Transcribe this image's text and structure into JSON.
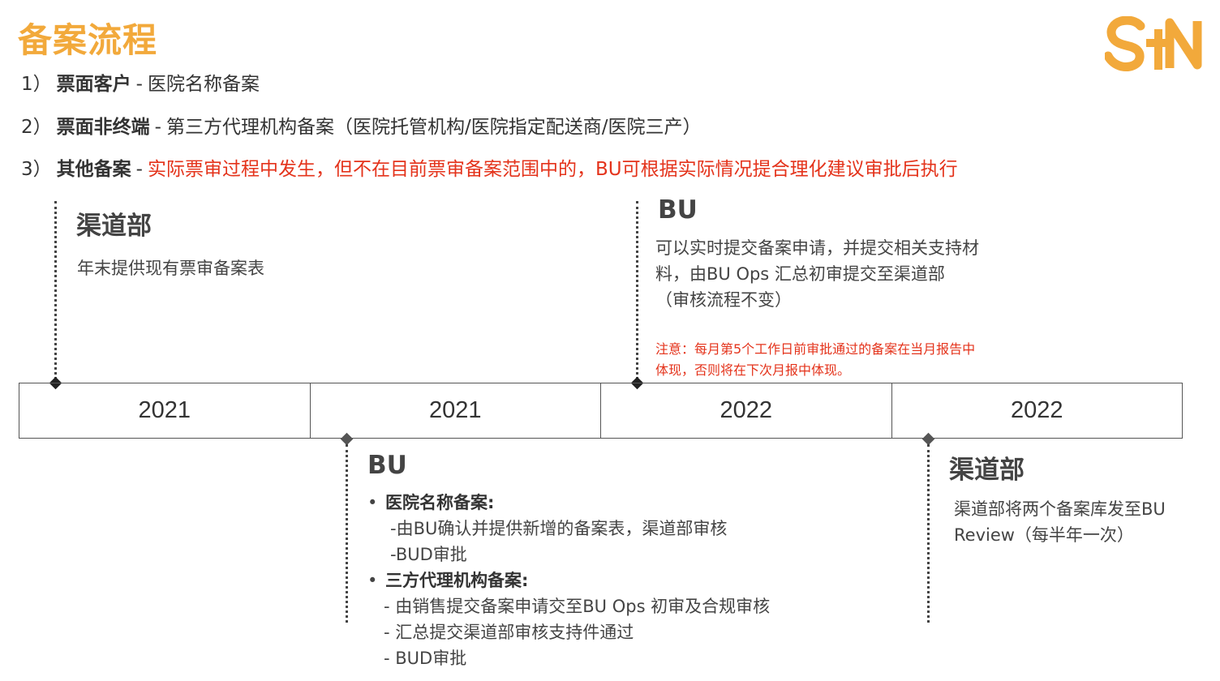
{
  "title": "备案流程",
  "logo": {
    "text": "S+N",
    "color": "#f2a93b"
  },
  "rules": [
    {
      "num": "1）",
      "bold": "票面客户",
      "sep": "-",
      "text": "医院名称备案",
      "highlight": ""
    },
    {
      "num": "2）",
      "bold": "票面非终端",
      "sep": "-",
      "text": "第三方代理机构备案（医院托管机构/医院指定配送商/医院三产）",
      "highlight": ""
    },
    {
      "num": "3）",
      "bold": "其他备案",
      "sep": "-",
      "text": "",
      "highlight": "实际票审过程中发生，但不在目前票审备案范围中的，BU可根据实际情况提合理化建议审批后执行"
    }
  ],
  "timeline": {
    "years": [
      "2021",
      "2021",
      "2022",
      "2022"
    ]
  },
  "events": {
    "e1": {
      "heading": "渠道部",
      "lines": [
        "年末提供现有票审备案表"
      ]
    },
    "e2": {
      "heading": "BU",
      "lines": [
        "可以实时提交备案申请，并提交相关支持材",
        "料，由BU Ops 汇总初审提交至渠道部",
        "（审核流程不变）"
      ],
      "note": [
        "注意：每月第5个工作日前审批通过的备案在当月报告中",
        "体现，否则将在下次月报中体现。"
      ]
    },
    "e3": {
      "heading": "BU",
      "bullets": [
        {
          "title": "医院名称备案:",
          "subs": [
            "-由BU确认并提供新增的备案表，渠道部审核",
            "-BUD审批"
          ]
        },
        {
          "title": "三方代理机构备案:",
          "subs": [
            "- 由销售提交备案申请交至BU Ops 初审及合规审核",
            "- 汇总提交渠道部审核支持件通过",
            "- BUD审批"
          ]
        }
      ]
    },
    "e4": {
      "heading": "渠道部",
      "lines": [
        "渠道部将两个备案库发至BU",
        "Review（每半年一次）"
      ]
    }
  },
  "colors": {
    "accent": "#f2a93b",
    "highlight": "#e4331b",
    "text": "#333333"
  }
}
